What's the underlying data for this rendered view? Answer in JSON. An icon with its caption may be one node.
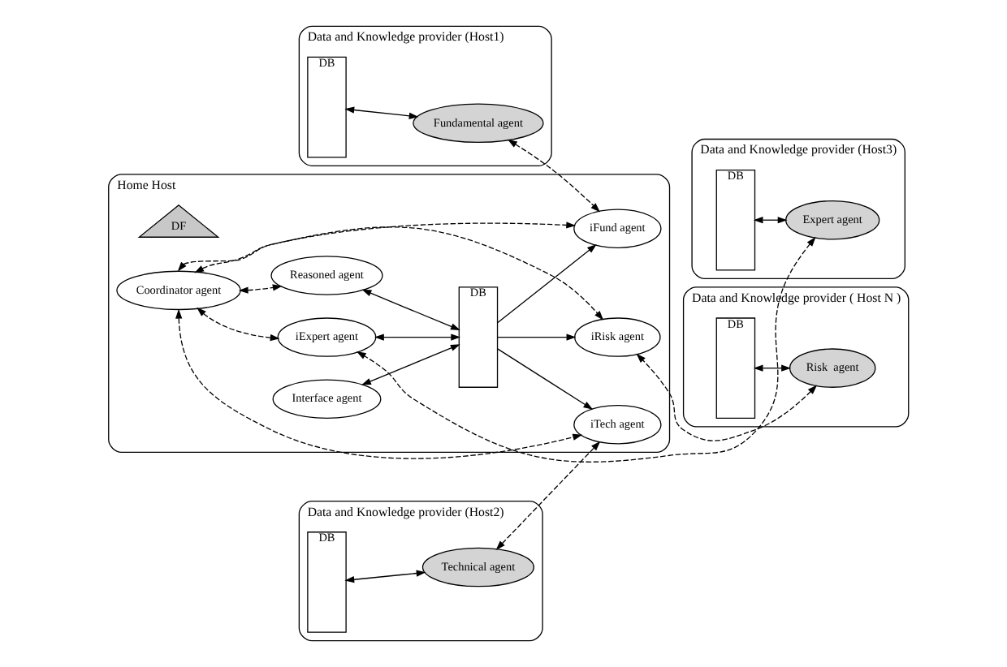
{
  "diagram": {
    "nodes": [
      {
        "text": [
          "Data and Knowledge provider (Host1)"
        ]
      },
      {
        "text": [
          "DB"
        ],
        "in": 0
      },
      {
        "text": [
          "Fundamental agent"
        ],
        "in": 0
      },
      {
        "text": [
          "Data and Knowledge provider (Host2)"
        ]
      },
      {
        "text": [
          "DB"
        ],
        "in": 3
      },
      {
        "text": [
          "Technical agent"
        ],
        "in": 3
      },
      {
        "text": [
          "Home Host"
        ]
      },
      {
        "text": [
          "Reasoned agent"
        ],
        "in": 6
      },
      {
        "text": [
          "Interface agent"
        ],
        "in": 6
      },
      {
        "text": [
          "DF"
        ],
        "in": 6
      },
      {
        "text": [
          "DB"
        ],
        "in": 6
      },
      {
        "text": [
          "Coordinator agent"
        ],
        "in": 6
      },
      {
        "text": [
          "iExpert agent"
        ],
        "in": 6
      },
      {
        "text": [
          "iFund agent"
        ],
        "in": 6
      },
      {
        "text": [
          "iTech agent"
        ],
        "in": 6
      },
      {
        "text": [
          "iRisk agent"
        ],
        "in": 6
      },
      {
        "text": [
          "Data and Knowledge provider (Host3)"
        ]
      },
      {
        "text": [
          "DB"
        ],
        "in": 16
      },
      {
        "text": [
          "Expert agent"
        ],
        "in": 16
      },
      {
        "text": [
          "Data and Knowledge provider ( Host N )"
        ]
      },
      {
        "text": [
          "DB"
        ],
        "in": 19
      },
      {
        "text": [
          "Risk  agent"
        ],
        "in": 19
      }
    ],
    "edges": [
      {
        "from": 1,
        "to": 2,
        "arrow": "both"
      },
      {
        "from": 4,
        "to": 5,
        "arrow": "both"
      },
      {
        "from": 17,
        "to": 18,
        "arrow": "both"
      },
      {
        "from": 20,
        "to": 21,
        "arrow": "both"
      },
      {
        "from": 7,
        "to": 10,
        "arrow": "both"
      },
      {
        "from": 8,
        "to": 10,
        "arrow": "both"
      },
      {
        "from": 11,
        "to": 7,
        "arrow": "both",
        "style": "dashed"
      },
      {
        "from": 11,
        "to": 12,
        "arrow": "both",
        "style": "dashed"
      },
      {
        "from": 11,
        "to": 13,
        "arrow": "both",
        "style": "dashed"
      },
      {
        "from": 11,
        "to": 14,
        "arrow": "both",
        "style": "dashed"
      },
      {
        "from": 11,
        "to": 15,
        "arrow": "both",
        "style": "dashed"
      },
      {
        "from": 12,
        "to": 10,
        "arrow": "both"
      },
      {
        "from": 10,
        "to": 13,
        "arrow": "to"
      },
      {
        "from": 10,
        "to": 14,
        "arrow": "to"
      },
      {
        "from": 10,
        "to": 15,
        "arrow": "to"
      },
      {
        "from": 2,
        "to": 13,
        "arrow": "both",
        "style": "dashed"
      },
      {
        "from": 5,
        "to": 14,
        "arrow": "both",
        "style": "dashed"
      },
      {
        "from": 18,
        "to": 12,
        "arrow": "both",
        "style": "dashed"
      },
      {
        "from": 21,
        "to": 15,
        "arrow": "both",
        "style": "dashed"
      }
    ]
  }
}
